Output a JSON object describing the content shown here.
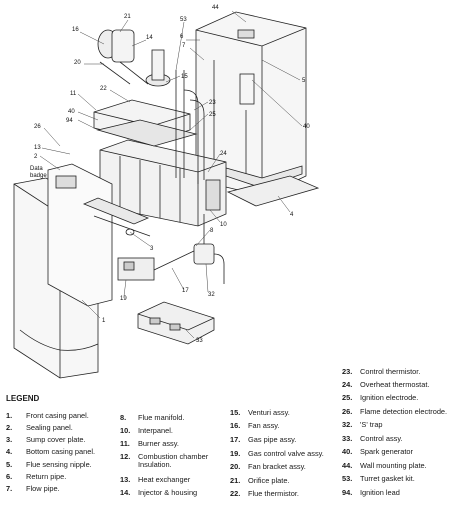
{
  "diagram": {
    "callouts": [
      "44",
      "21",
      "53",
      "16",
      "14",
      "6",
      "7",
      "20",
      "5",
      "15",
      "22",
      "23",
      "11",
      "40",
      "94",
      "25",
      "40",
      "26",
      "13",
      "2",
      "Data",
      "badge",
      "24",
      "4",
      "3",
      "10",
      "8",
      "19",
      "17",
      "32",
      "1",
      "33"
    ]
  },
  "legend": {
    "title": "LEGEND",
    "items": [
      {
        "num": "1.",
        "text": "Front casing panel."
      },
      {
        "num": "2.",
        "text": "Sealing panel."
      },
      {
        "num": "3.",
        "text": "Sump cover plate."
      },
      {
        "num": "4.",
        "text": "Bottom casing panel."
      },
      {
        "num": "5.",
        "text": "Flue sensing nipple."
      },
      {
        "num": "6.",
        "text": "Return pipe."
      },
      {
        "num": "7.",
        "text": "Flow pipe."
      },
      {
        "num": "8.",
        "text": "Flue manifold."
      },
      {
        "num": "10.",
        "text": "Interpanel."
      },
      {
        "num": "11.",
        "text": "Burner assy."
      },
      {
        "num": "12.",
        "text": "Combustion chamber"
      },
      {
        "num": "",
        "text": "Insulation."
      },
      {
        "num": "13.",
        "text": "Heat exchanger"
      },
      {
        "num": "14.",
        "text": "Injector & housing"
      },
      {
        "num": "15.",
        "text": "Venturi assy."
      },
      {
        "num": "16.",
        "text": "Fan assy."
      },
      {
        "num": "17.",
        "text": "Gas pipe assy."
      },
      {
        "num": "19.",
        "text": "Gas control valve assy."
      },
      {
        "num": "20.",
        "text": "Fan bracket assy."
      },
      {
        "num": "21.",
        "text": "Orifice plate."
      },
      {
        "num": "22.",
        "text": "Flue thermistor."
      },
      {
        "num": "23.",
        "text": "Control thermistor."
      },
      {
        "num": "24.",
        "text": "Overheat thermostat."
      },
      {
        "num": "25.",
        "text": "Ignition electrode."
      },
      {
        "num": "26.",
        "text": "Flame detection electrode."
      },
      {
        "num": "32.",
        "text": "'S' trap"
      },
      {
        "num": "33.",
        "text": "Control assy."
      },
      {
        "num": "40.",
        "text": "Spark generator"
      },
      {
        "num": "44.",
        "text": "Wall mounting plate."
      },
      {
        "num": "53.",
        "text": "Turret gasket kit."
      },
      {
        "num": "94.",
        "text": "Ignition lead"
      }
    ]
  }
}
